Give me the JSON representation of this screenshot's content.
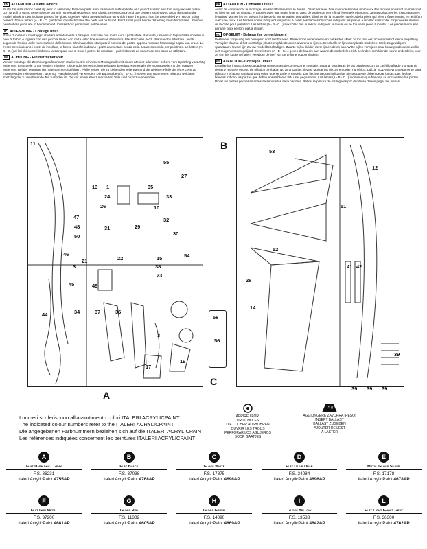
{
  "instructions_left": [
    {
      "flag": "EN",
      "title": "ATTENTION - Useful advice!",
      "body": "Study the instructions carefully prior to assembly. Remove parts from frame with a sharp knife or a pair of scissor and trim away excess plastic. Do not pull of parts. Assemble the parts in numerical sequence. Use plastic cement ONLY and use cement sparingly to avoid damaging the model. Black arrows indicate parts to be glued together. White arrows indicate on which frame the parts must be assembled WITHOUT using cement. These letters (A - B - C...) indicate on which frame the parts will be found. Point small parts before detaching them from frame. Remove paint-where parts are to be cemented. Crossed out parts must not be used."
    },
    {
      "flag": "IT",
      "title": "ATTENZIONE - Consigli utili!",
      "body": "Prima di iniziare il montaggio studiare attentamente il disegno. Staccare con molta cura i pezzi dalle stampate, usando un taglia-balsa oppure un paio di forbici e togliere con una piccola lima o con carta vetro fine eventuali sbavature. Mai staccare i pezzi strappandoli. Montare i pezzi seguendo l'ordine delle numerazione delle tavole. Eliminare dalla stampata il numero del pezzo appena montato fissandogli sopra una croce. Le frecce nere indicano i pezzi da incollare, le frecce bianche indicano i pezzi da montare senza colla. Usare solo colla per polistirolo. Le lettere (A - B - C...) ai lati dei numeri indicano la stampata ove si trova il pezzo da montare. I pezzi sbarrati da una croce non sono da utilizzare."
    },
    {
      "flag": "DE",
      "title": "ACHTUNG - Ein nützlicher Rat!",
      "body": "Vor der Montage die Zeichnung aufmerksam studieren. Die einzelnen Montageteile mit einem Messer oder einer Schere vom Spritzling vorsichtig entfernen. Eventuelle Grate werden mit einer Klinge oder feinem Schmirgelpapier beseitigt. Keinesfalls die Montageteile mit den Händen entfernen. Bei der Montage der Tafelnummerung folgen. Pfeile zeigen die zu klebenden Teile während die weissen Pfeile die ohne Leim zu montierenden Teile anzeigen. Bitte nur Plastikklebstoff verwenden. Die Buchstaben (A - B - C...) neben den Nummeren zeigt,auf welchem Spritzling der zu montierende Teil zu finden ist. Die mit einem Kreuz markierten Teile sind nicht zu verwenden."
    }
  ],
  "instructions_right": [
    {
      "flag": "FR",
      "title": "ATTENTION - Conseils utiles!",
      "body": "Avant de commencer le montage, étudier attentivement le dessin. Détacher avec beaucoup de soin les morceaux des moules en usant un massicot ou bien un pair de ciseaux et gagner avec une petite lime ou avec de papier de verre fin d'éventuels ébavures. Jamais détacher les morceaux avec le mains. Monter les en suivant l'ordre de la numérotation des tables. Éliminer de la moule le numéro de la pièce qui vient d'être montée, en le biffant avec une croix. Les flèches noires indiquent les pièces à coller, les flèches blanches indiquent les pièces à monter sans colle. Employer seulement de la colle pour polystirol. Les lettres (A - B - C...) aux côtés des numéros indiquent la moule où se trouve la pièce à monter. Les pièces marquées par une croix ne sont pas à utiliser."
    },
    {
      "flag": "NL",
      "title": "OPGELET - Belangrijke bemerkingen!",
      "body": "Bestudeer zorgvuldig het bouwplan voor het bouwen. Breek nooit onderdelen van het kader. Maak ze los met een scherp mes of kleine nageltang. Verwijder daarna al het overtollige plastic en plak de delen alvorens te lijmen. Breek alleen lijm voor plastic modellen. Werk zorgvuldig en spaarzaam, teveel lijm zal uw model beschadigen. Zwarte pijlen duiden de te lijmen delen aan. Witte pijlen verwijzen naar bewegende delen welke niet mogen worden gelijmd. Deze letters (A - B - C...) geven de kaders aan waarin de onderdelen zich bevinden. Schilder de kleine onderdelen voor ze van het kader te halen. Verwijder de verf van de te lijmen oppervlakken."
    },
    {
      "flag": "ES",
      "title": "ATENCION - Consejos útiles!",
      "body": "Estudiar las instrucciones cuidadosamente antes de comenzar el montaje. Separar las piezas de las bandejas con un cuchillo afilado o un par de tijeras y retirar el exceso de plástico o rebaba. No arrancar las piezas. Montar las piezas en orden numérico. Utilizar SOLAMENTE pegamento para plástico y en poca cantidad para evitar que se dañe el modelo. Las flechas negras indican las piezas que se deben pegar juntas. Las flechas blancas indican las piezas que deben ensamblarse SIN usar pegamento. Las letras (A - B - C...) indican en que bandeja se encuentran las piezas. Pintar las piezas pequeñas antes de separarlas de la bandeja. Retirar la pintura de los lugares por donde se deben pegar las piezas."
    }
  ],
  "sprues": {
    "a_label": "A",
    "b_label": "B",
    "c_label": "C",
    "a_parts": [
      "11",
      "13",
      "1",
      "55",
      "27",
      "35",
      "24",
      "26",
      "33",
      "32",
      "10",
      "31",
      "29",
      "30",
      "47",
      "48",
      "50",
      "22",
      "15",
      "46",
      "21",
      "54",
      "3",
      "38",
      "23",
      "45",
      "49",
      "44",
      "34",
      "37",
      "36",
      "19",
      "17",
      "3"
    ],
    "b_parts": [
      "53",
      "51",
      "12",
      "52",
      "28",
      "41",
      "42",
      "14",
      "39",
      "39",
      "39",
      "39"
    ],
    "c_parts": [
      "58",
      "56"
    ]
  },
  "legend_lines": [
    "I numeri si riferiscono all'assortimento colori ITALERI ACRYLICPAINT",
    "The indicated colour numbers refer to the ITALERI ACRYLICPAINT",
    "Die angegebenen Farbnummern beziehen sich auf die ITALERI ACRYLICPAINT",
    "Les références indiquées concernent les peintures ITALERI ACRYLICPAINT"
  ],
  "drill_icon": {
    "lines": [
      "APRIRE I FORI",
      "DRILL HOLES",
      "DIE LOCHER AUSBOHREN",
      "OUVRIR LES TROUS",
      "PERFORAR LOS AGUJEROS",
      "BOOR GAATJES"
    ]
  },
  "ballast_icon": {
    "symbol": "15 g",
    "lines": [
      "AGGIUNGERE ZAVORRA (PESO)",
      "INSERT BALLAST",
      "BALLAST ZUGEBEN",
      "AJOUTER DE LEST",
      "A LASTER"
    ]
  },
  "colors": [
    {
      "letter": "A",
      "name": "Flat Dark Gull Gray",
      "fs": "F.S. 36231",
      "prefix": "Italeri AcrylicPaint ",
      "code": "4755AP"
    },
    {
      "letter": "B",
      "name": "Flat Black",
      "fs": "F.S. 37038",
      "prefix": "Italeri AcrylicPaint ",
      "code": "4768AP"
    },
    {
      "letter": "C",
      "name": "Gloss White",
      "fs": "F.S. 17875",
      "prefix": "Italeri AcrylicPaint ",
      "code": "4696AP"
    },
    {
      "letter": "D",
      "name": "Flat Olive Drab",
      "fs": "F.S. 34084",
      "prefix": "Italeri AcrylicPaint ",
      "code": "4696AP"
    },
    {
      "letter": "E",
      "name": "Metal Gloss Silver",
      "fs": "F.S. 17178",
      "prefix": "Italeri AcrylicPaint ",
      "code": "4678AP"
    },
    {
      "letter": "F",
      "name": "Flat Gun Metal",
      "fs": "F.S. 37200",
      "prefix": "Italeri AcrylicPaint ",
      "code": "4681AP"
    },
    {
      "letter": "G",
      "name": "Gloss Red",
      "fs": "F.S. 11302",
      "prefix": "Italeri AcrylicPaint ",
      "code": "4605AP"
    },
    {
      "letter": "H",
      "name": "Gloss Green",
      "fs": "F.S. 14090",
      "prefix": "Italeri AcrylicPaint ",
      "code": "4669AP"
    },
    {
      "letter": "I",
      "name": "Gloss Yellow",
      "fs": "F.S. 13538",
      "prefix": "Italeri AcrylicPaint ",
      "code": "4642AP"
    },
    {
      "letter": "L",
      "name": "Flat Light Ghost Gray",
      "fs": "F.S. 36300",
      "prefix": "Italeri AcrylicPaint ",
      "code": "4762AP"
    }
  ]
}
